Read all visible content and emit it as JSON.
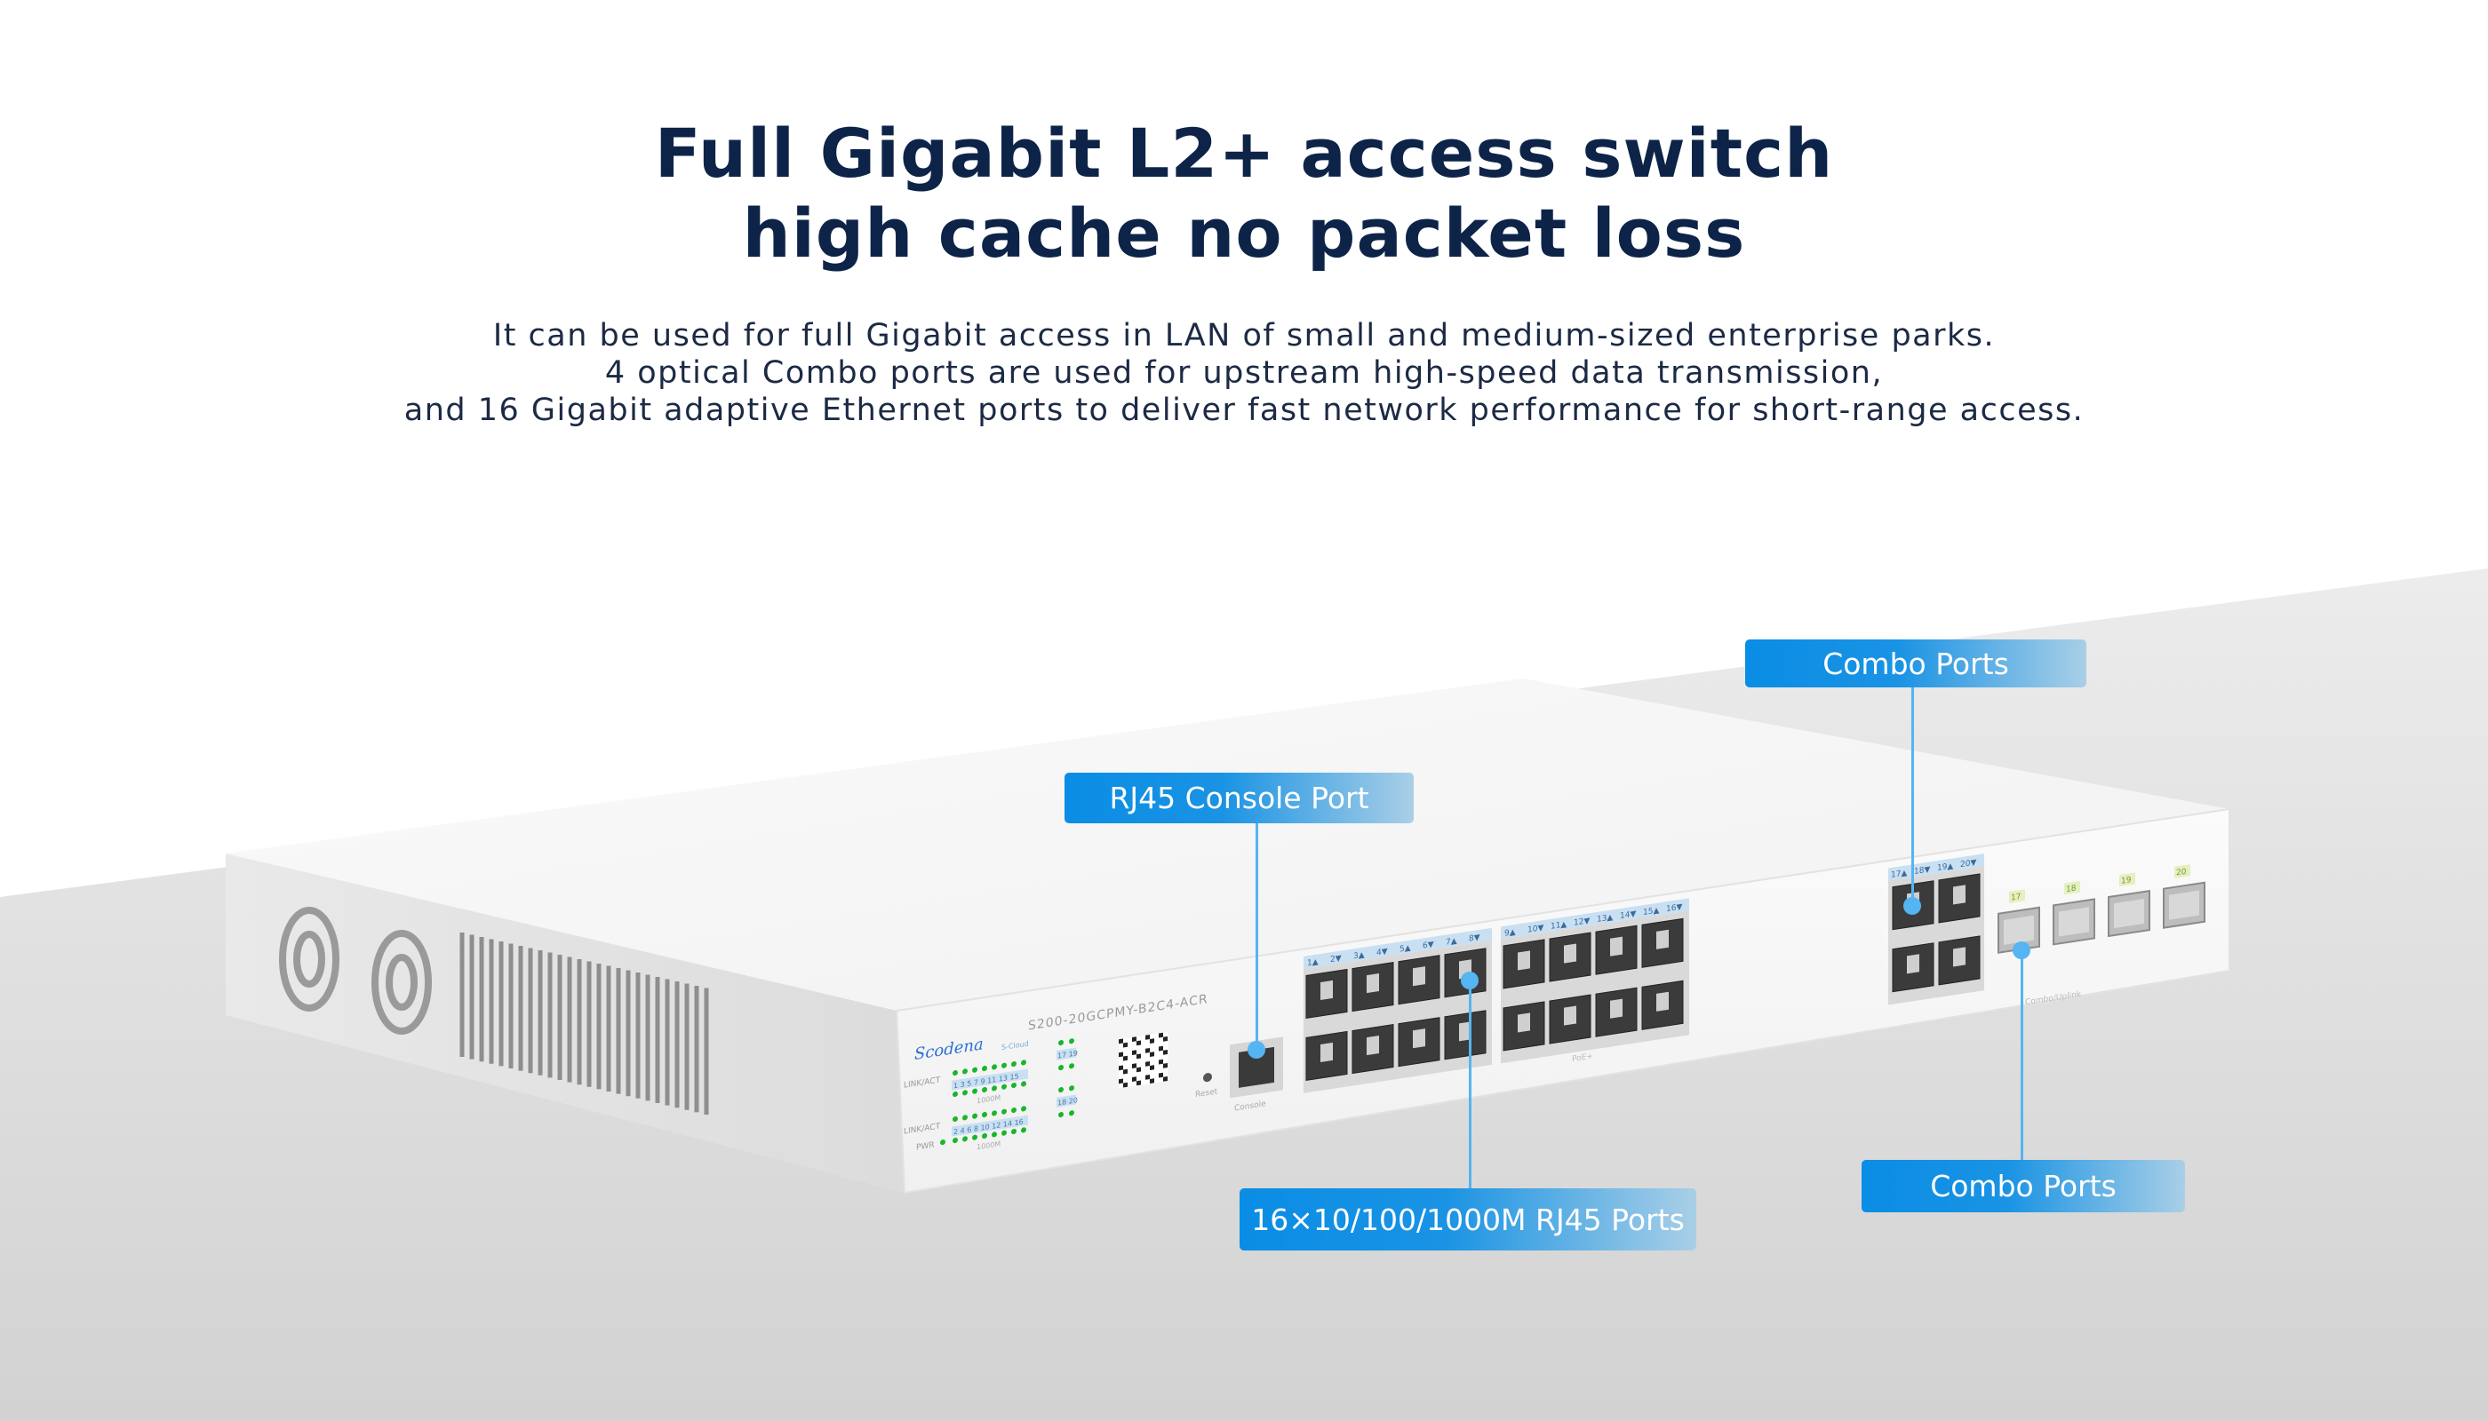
{
  "headline": {
    "line1": "Full Gigabit L2+ access switch",
    "line2": "high cache no packet loss"
  },
  "description": [
    "It can be used for full Gigabit access in LAN of small and medium-sized enterprise parks.",
    "4 optical Combo ports are used for upstream high-speed data transmission,",
    "and 16 Gigabit adaptive Ethernet ports to deliver fast network performance for short-range access."
  ],
  "callouts": {
    "combo_top": "Combo Ports",
    "console": "RJ45 Console Port",
    "rj45": "16×10/100/1000M RJ45 Ports",
    "combo_bottom": "Combo Ports"
  },
  "panel": {
    "brand": "Scodena",
    "cloud": "S-Cloud",
    "model": "S200-20GCPMY-B2C4-ACR",
    "link_act": "LINK/ACT",
    "pwr": "PWR",
    "speed": "1000M",
    "odd_ports": "1 3 5 7 9 11 13 15",
    "even_ports": "2 4 6 8 10 12 14 16",
    "combo_odd": "17 19",
    "combo_even": "18 20",
    "reset": "Reset",
    "console": "Console",
    "poe": "PoE+",
    "combo_uplink": "Combo/Uplink",
    "rj45_labels": [
      "1▲",
      "2▼",
      "3▲",
      "4▼",
      "5▲",
      "6▼",
      "7▲",
      "8▼",
      "9▲",
      "10▼",
      "11▲",
      "12▼",
      "13▲",
      "14▼",
      "15▲",
      "16▼"
    ],
    "combo_rj45_labels": [
      "17▲",
      "18▼",
      "19▲",
      "20▼"
    ],
    "sfp_labels": [
      "17",
      "18",
      "19",
      "20"
    ]
  },
  "colors": {
    "title": "#0d2448",
    "callout": "#0a8de5",
    "led": "#19b52a",
    "port_label_bg": "#c9e0f2",
    "sfp_label_bg": "#e4f0c0"
  }
}
